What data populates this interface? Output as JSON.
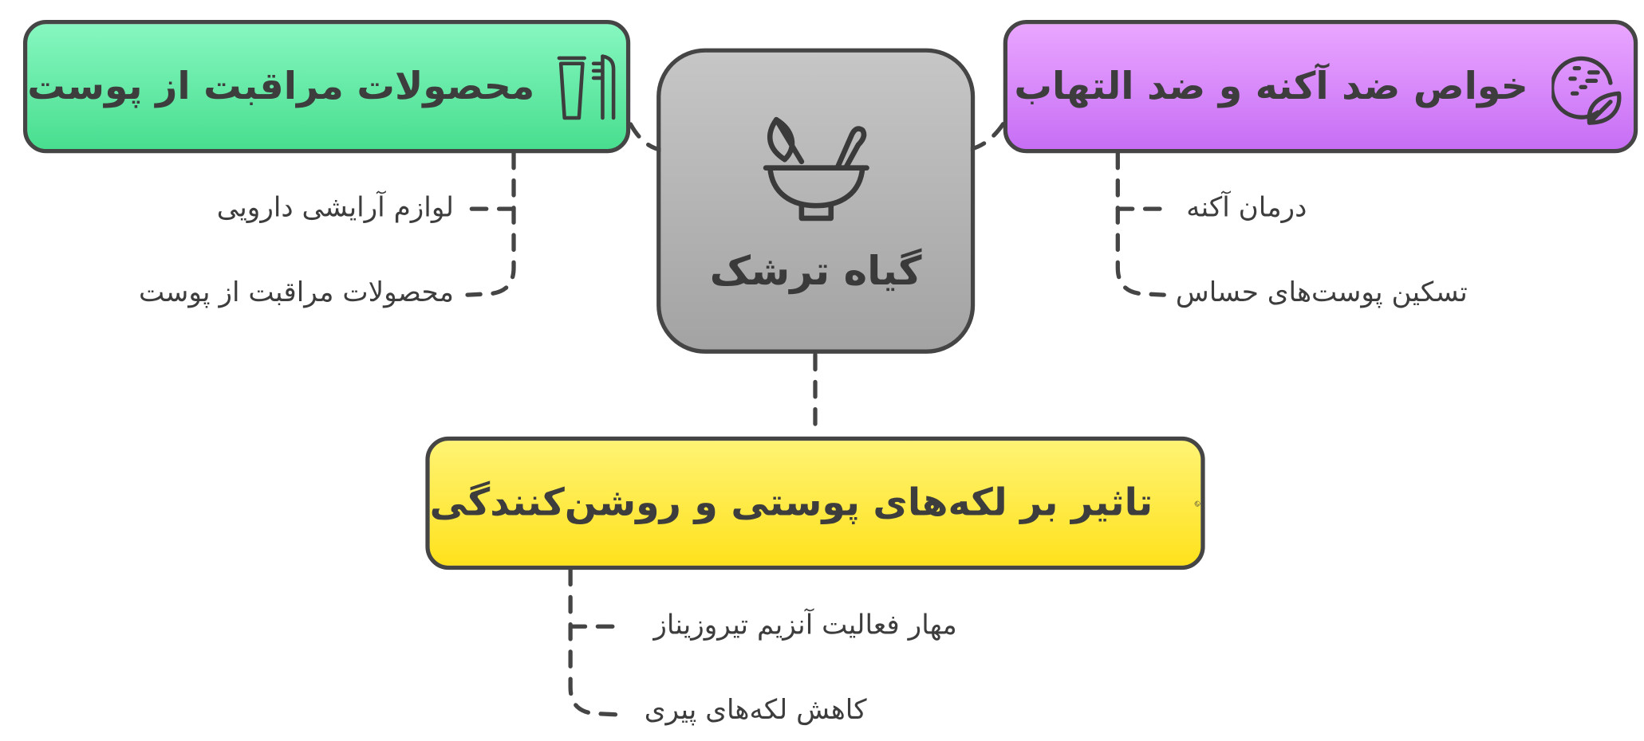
{
  "center": {
    "title": "گیاه ترشک",
    "icon": "herb-mortar-icon"
  },
  "branches": [
    {
      "title": "محصولات مراقبت از پوست",
      "icon": "skincare-products-icon",
      "color": "#5ee8a5",
      "items": [
        "لوازم آرایشی دارویی",
        "محصولات مراقبت از پوست"
      ]
    },
    {
      "title": "خواص ضد آکنه و ضد التهاب",
      "icon": "skin-leaf-icon",
      "color": "#d98bfb",
      "items": [
        "درمان آکنه",
        "تسکین پوست‌های حساس"
      ]
    },
    {
      "title": "تاثیر بر لکه‌های پوستی و روشن‌کنندگی",
      "icon": "crescent-moon-icon",
      "color": "#ffea40",
      "items": [
        "مهار فعالیت آنزیم تیروزیناز",
        "کاهش لکه‌های پیری"
      ]
    }
  ]
}
